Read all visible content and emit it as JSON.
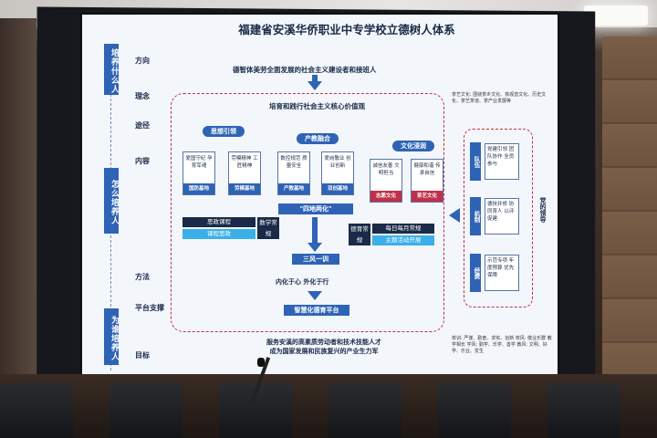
{
  "title": "福建省安溪华侨职业中专学校立德树人体系",
  "side_bars": [
    "培养什么人",
    "怎么培养人",
    "为谁培养人"
  ],
  "row_labels": [
    "方向",
    "理念",
    "途径",
    "内容",
    "方法",
    "平台支撑",
    "目标"
  ],
  "direction": "德智体美劳全面发展的社会主义建设者和接班人",
  "core_value": "培育和践行社会主义核心价值观",
  "pillars": [
    "思想引领",
    "产教融合",
    "文化浸润"
  ],
  "cards": [
    {
      "text": "爱国守纪 孕育军魂",
      "foot": "国防基地",
      "foot_color": "#2e63b5"
    },
    {
      "text": "劳模精神 工匠精神",
      "foot": "劳模基地",
      "foot_color": "#2e63b5"
    },
    {
      "text": "数控规范 质量安全",
      "foot": "产教基地",
      "foot_color": "#2e63b5"
    },
    {
      "text": "爱岗敬业 创业创新",
      "foot": "双创基地",
      "foot_color": "#2e63b5"
    },
    {
      "text": "诚信友善 文明担当",
      "foot": "志愿文化",
      "foot_color": "#c0304a"
    },
    {
      "text": "健康和谐 传承自信",
      "foot": "茶艺文化",
      "foot_color": "#c0304a"
    }
  ],
  "twolize": "\"四地两化\"",
  "mini_boxes": [
    "思政课程",
    "课程思政",
    "数学常规",
    "德育常规",
    "每日每月常规",
    "主题活动开展"
  ],
  "sanfeng": "三风一训",
  "method": "内化于心 外化于行",
  "platform": "智慧化德育平台",
  "goal_line1": "服务安溪的高素质劳动者和技术技能人才",
  "goal_line2": "成为国家发展和民族复兴的产业生力军",
  "right_bars": [
    "队伍",
    "机制",
    "经费"
  ],
  "right_texts": [
    "党建引领 团队协作 全员参与",
    "德技并修 协同育人 以评促建",
    "示范专项 年度预算 优先保障"
  ],
  "party": "党的领导",
  "note_top": "茶艺文化: 围绕茶乡文化、铁观音文化、历史文化、茶艺茶道、茶产业发展等",
  "note_bottom": "校训: 严谨、勤奋、求实、创新 校风: 敬业乐群 教学相长 学风: 勤学、乐学、善学 教风: 文明、好学、乐业、爱生"
}
